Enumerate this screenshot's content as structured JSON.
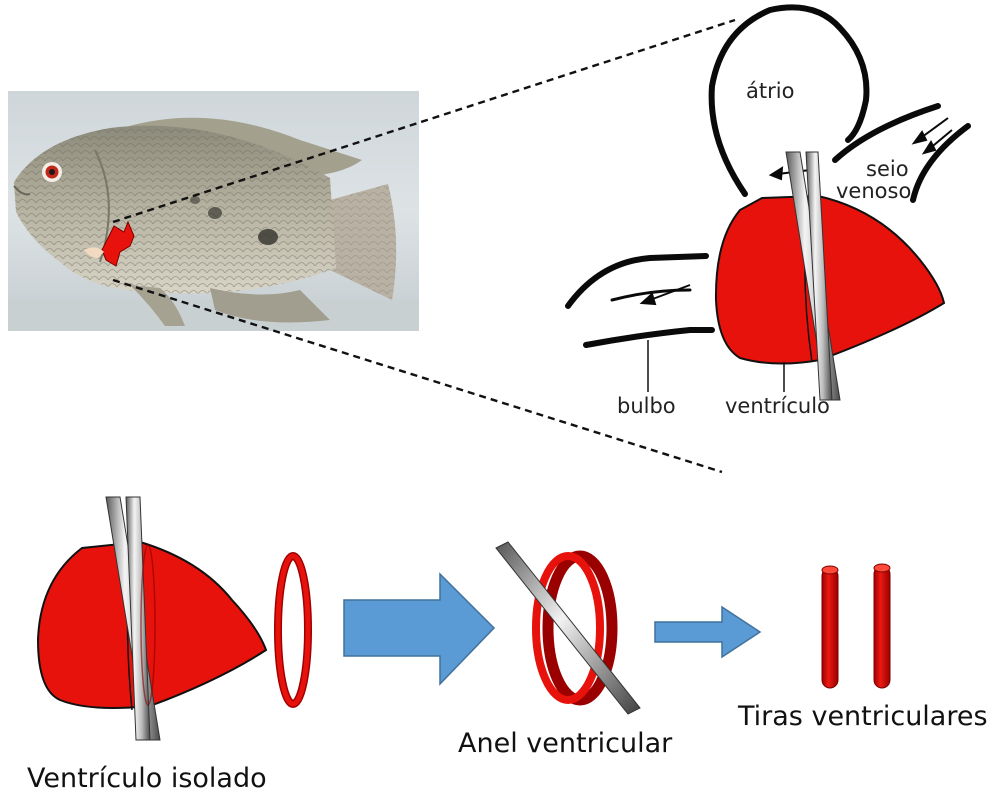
{
  "heart_diagram": {
    "atrium_label": "átrio",
    "sinus_label_line1": "seio",
    "sinus_label_line2": "venoso",
    "bulb_label": "bulbo",
    "ventricle_label": "ventrículo"
  },
  "steps": {
    "isolated_ventricle": "Ventrículo isolado",
    "ventricular_ring": "Anel ventricular",
    "ventricular_strips": "Tiras ventriculares"
  },
  "colors": {
    "heart_red": "#e8120c",
    "arrow_blue": "#5b9bd5",
    "arrow_blue_stroke": "#41719c",
    "outline_black": "#0a0a0a"
  },
  "icons": {
    "fish": "fish-photo",
    "blade": "blade-icon",
    "ring": "ring-icon",
    "arrow": "right-arrow-icon"
  }
}
